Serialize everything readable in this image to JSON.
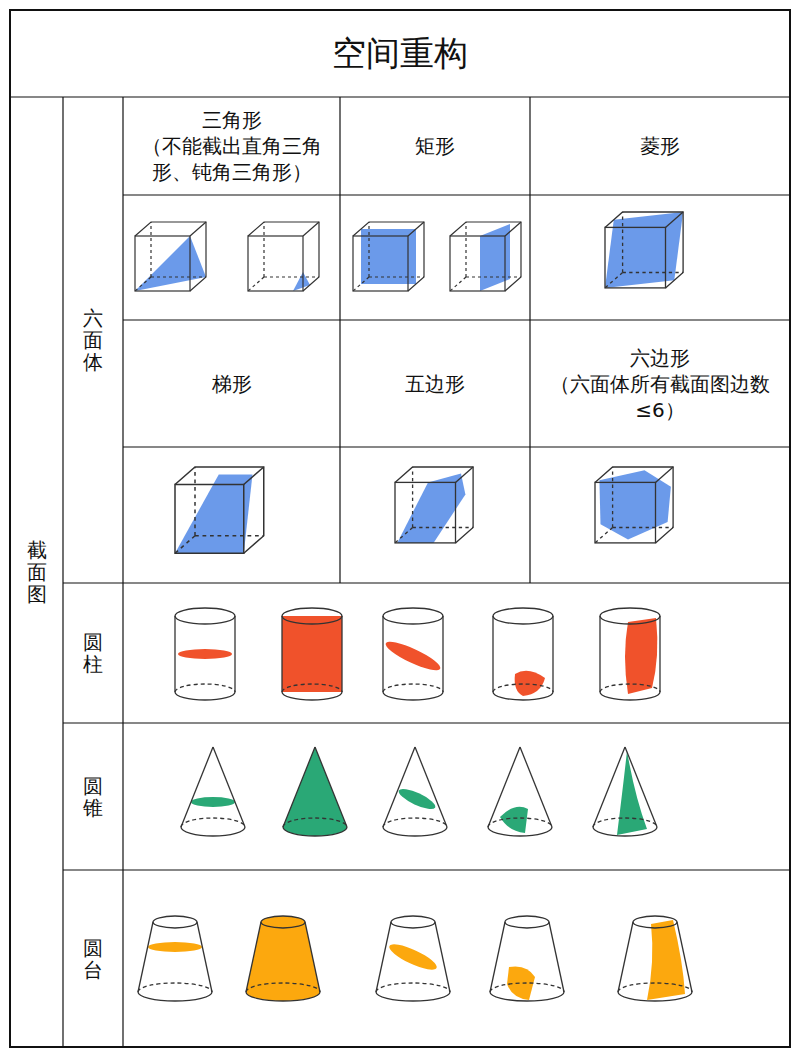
{
  "diagram": {
    "title": "空间重构",
    "labels": [
      "截面图",
      "六面体",
      "三角形",
      "（不能截出直角三角形、钝角三角形）",
      "矩形",
      "菱形",
      "梯形",
      "五边形",
      "六边形",
      "（六面体所有截面图边数≤6）",
      "圆柱",
      "圆锥",
      "圆台"
    ]
  }
}
